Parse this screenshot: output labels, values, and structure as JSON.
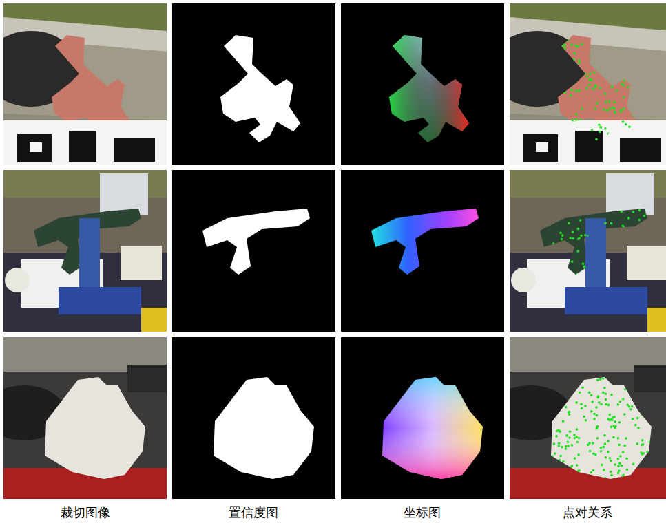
{
  "diagram": {
    "labels": [
      "裁切图像",
      "置信度图",
      "坐标图",
      "点对关系"
    ]
  }
}
